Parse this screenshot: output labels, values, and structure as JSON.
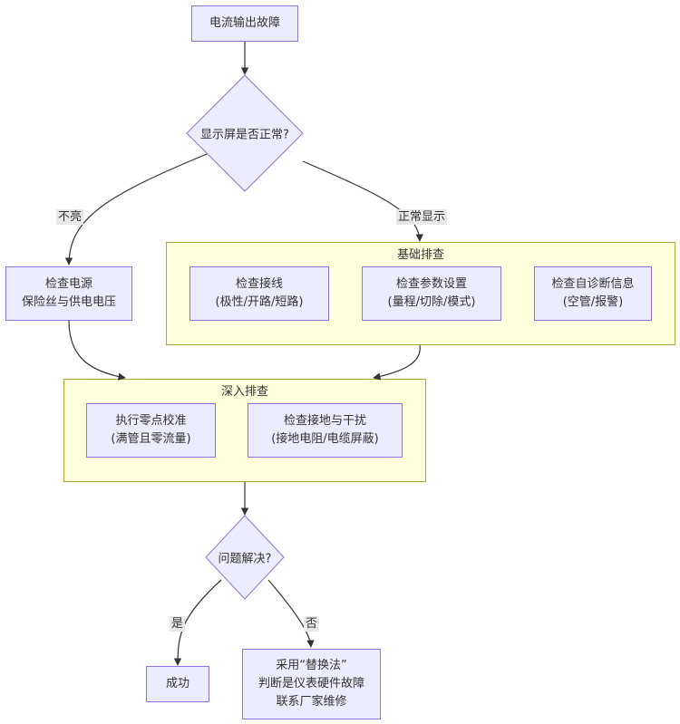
{
  "nodes": {
    "start": "电流输出故障",
    "display_check": "显示屏是否正常?",
    "power_check": [
      "检查电源",
      "保险丝与供电电压"
    ],
    "wiring_check": [
      "检查接线",
      "(极性/开路/短路)"
    ],
    "param_check": [
      "检查参数设置",
      "(量程/切除/模式)"
    ],
    "diag_check": [
      "检查自诊断信息",
      "(空管/报警)"
    ],
    "zero_cal": [
      "执行零点校准",
      "(满管且零流量)"
    ],
    "ground_check": [
      "检查接地与干扰",
      "(接地电阻/电缆屏蔽)"
    ],
    "solved_check": "问题解决?",
    "success": "成功",
    "replace": [
      "采用“替换法”",
      "判断是仪表硬件故障",
      "联系厂家维修"
    ]
  },
  "clusters": {
    "basic": "基础排查",
    "deep": "深入排查"
  },
  "edge_labels": {
    "not_lit": "不亮",
    "normal_display": "正常显示",
    "yes": "是",
    "no": "否"
  },
  "colors": {
    "node_fill": "#ECECFF",
    "node_border": "#9370DB",
    "cluster_fill": "#FFFFDE",
    "cluster_border": "#AAAA33",
    "edge": "#333333",
    "label_bg": "#E8E8E8"
  }
}
